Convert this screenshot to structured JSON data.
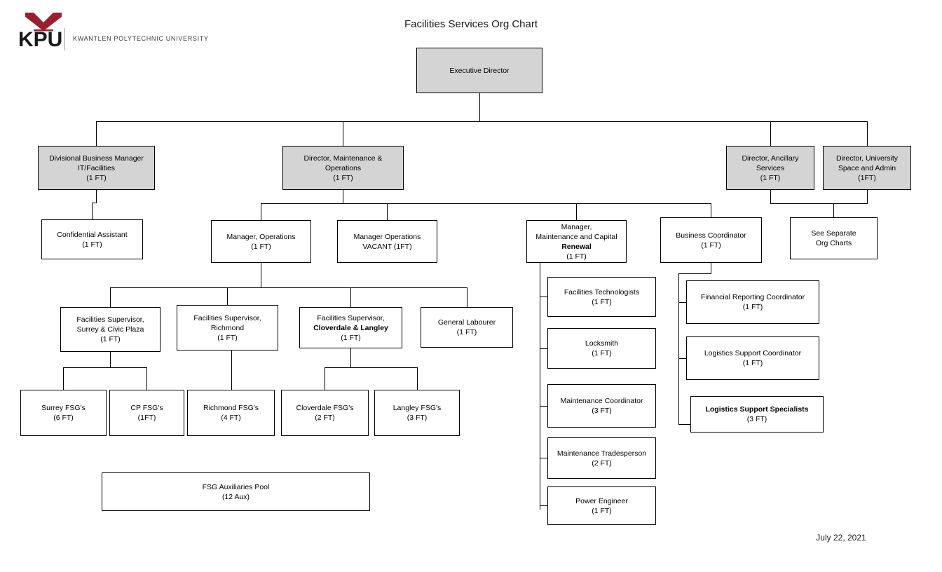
{
  "logo": {
    "mark": "kpu-chevron-mark",
    "acronym": "KPU",
    "name": "KWANTLEN POLYTECHNIC UNIVERSITY"
  },
  "header": {
    "title": "Facilities Services Org Chart"
  },
  "footer": {
    "date": "July 22, 2021"
  },
  "colors": {
    "brand": "#9c1f2e",
    "shaded_box": "#d4d4d4",
    "line": "#000000",
    "background": "#ffffff"
  },
  "chart_data": {
    "type": "org-chart",
    "title": "Facilities Services Org Chart",
    "date": "July 22, 2021",
    "nodes": [
      {
        "id": "exec-director",
        "lines": [
          "Executive Director"
        ],
        "shaded": true,
        "parent": null
      },
      {
        "id": "divisional-business-manager",
        "lines": [
          "Divisional Business Manager",
          "IT/Facilities",
          "(1 FT)"
        ],
        "shaded": true,
        "parent": "exec-director"
      },
      {
        "id": "director-maintenance-operations",
        "lines": [
          "Director, Maintenance &",
          "Operations",
          "(1 FT)"
        ],
        "shaded": true,
        "parent": "exec-director"
      },
      {
        "id": "director-ancillary-services",
        "lines": [
          "Director, Ancillary",
          "Services",
          "(1 FT)"
        ],
        "shaded": true,
        "parent": "exec-director"
      },
      {
        "id": "director-university-space-admin",
        "lines": [
          "Director, University",
          "Space and Admin",
          "(1FT)"
        ],
        "shaded": true,
        "parent": "exec-director"
      },
      {
        "id": "confidential-assistant",
        "lines": [
          "Confidential Assistant",
          "(1 FT)"
        ],
        "shaded": false,
        "parent": "divisional-business-manager"
      },
      {
        "id": "manager-operations",
        "lines": [
          "Manager, Operations",
          "(1 FT)"
        ],
        "shaded": false,
        "parent": "director-maintenance-operations"
      },
      {
        "id": "manager-operations-vacant",
        "lines": [
          "Manager Operations",
          "VACANT (1FT)"
        ],
        "shaded": false,
        "parent": "director-maintenance-operations"
      },
      {
        "id": "manager-maintenance-capital-renewal",
        "lines": [
          "Manager,",
          "Maintenance and Capital",
          "Renewal",
          "(1 FT)"
        ],
        "bold_lines": [
          2
        ],
        "shaded": false,
        "parent": "director-maintenance-operations"
      },
      {
        "id": "business-coordinator",
        "lines": [
          "Business Coordinator",
          "(1 FT)"
        ],
        "shaded": false,
        "parent": "director-maintenance-operations"
      },
      {
        "id": "see-separate-org-charts",
        "lines": [
          "See Separate",
          "Org Charts"
        ],
        "shaded": false,
        "parent": "director-ancillary-services"
      },
      {
        "id": "facilities-supervisor-surrey",
        "lines": [
          "Facilities Supervisor,",
          "Surrey & Civic Plaza",
          "(1 FT)"
        ],
        "shaded": false,
        "parent": "manager-operations"
      },
      {
        "id": "facilities-supervisor-richmond",
        "lines": [
          "Facilities Supervisor,",
          "Richmond",
          "(1 FT)"
        ],
        "shaded": false,
        "parent": "manager-operations"
      },
      {
        "id": "facilities-supervisor-cloverdale-langley",
        "lines": [
          "Facilities Supervisor,",
          "Cloverdale & Langley",
          "(1 FT)"
        ],
        "bold_lines": [
          1
        ],
        "shaded": false,
        "parent": "manager-operations"
      },
      {
        "id": "general-labourer",
        "lines": [
          "General Labourer",
          "(1 FT)"
        ],
        "shaded": false,
        "parent": "manager-operations"
      },
      {
        "id": "surrey-fsgs",
        "lines": [
          "Surrey FSG's",
          "(6 FT)"
        ],
        "shaded": false,
        "parent": "facilities-supervisor-surrey"
      },
      {
        "id": "cp-fsgs",
        "lines": [
          "CP FSG's",
          "(1FT)"
        ],
        "shaded": false,
        "parent": "facilities-supervisor-surrey"
      },
      {
        "id": "richmond-fsgs",
        "lines": [
          "Richmond FSG's",
          "(4 FT)"
        ],
        "shaded": false,
        "parent": "facilities-supervisor-richmond"
      },
      {
        "id": "cloverdale-fsgs",
        "lines": [
          "Cloverdale FSG's",
          "(2 FT)"
        ],
        "shaded": false,
        "parent": "facilities-supervisor-cloverdale-langley"
      },
      {
        "id": "langley-fsgs",
        "lines": [
          "Langley FSG's",
          "(3 FT)"
        ],
        "shaded": false,
        "parent": "facilities-supervisor-cloverdale-langley"
      },
      {
        "id": "fsg-auxiliaries-pool",
        "lines": [
          "FSG Auxiliaries Pool",
          "(12 Aux)"
        ],
        "shaded": false,
        "parent": null
      },
      {
        "id": "facilities-technologists",
        "lines": [
          "Facilities Technologists",
          "(1 FT)"
        ],
        "shaded": false,
        "parent": "manager-maintenance-capital-renewal"
      },
      {
        "id": "locksmith",
        "lines": [
          "Locksmith",
          "(1 FT)"
        ],
        "shaded": false,
        "parent": "manager-maintenance-capital-renewal"
      },
      {
        "id": "maintenance-coordinator",
        "lines": [
          "Maintenance Coordinator",
          "(3 FT)"
        ],
        "shaded": false,
        "parent": "manager-maintenance-capital-renewal"
      },
      {
        "id": "maintenance-tradesperson",
        "lines": [
          "Maintenance Tradesperson",
          "(2 FT)"
        ],
        "shaded": false,
        "parent": "manager-maintenance-capital-renewal"
      },
      {
        "id": "power-engineer",
        "lines": [
          "Power Engineer",
          "(1 FT)"
        ],
        "shaded": false,
        "parent": "manager-maintenance-capital-renewal"
      },
      {
        "id": "financial-reporting-coordinator",
        "lines": [
          "Financial Reporting Coordinator",
          "(1 FT)"
        ],
        "shaded": false,
        "parent": "business-coordinator"
      },
      {
        "id": "logistics-support-coordinator",
        "lines": [
          "Logistics Support Coordinator",
          "(1 FT)"
        ],
        "shaded": false,
        "parent": "business-coordinator"
      },
      {
        "id": "logistics-support-specialists",
        "lines": [
          "Logistics Support Specialists",
          "(3 FT)"
        ],
        "bold_lines": [
          0
        ],
        "shaded": false,
        "parent": "business-coordinator"
      }
    ]
  },
  "boxes": {
    "exec_director": {
      "l1": "Executive Director"
    },
    "divisional_business_manager": {
      "l1": "Divisional Business Manager",
      "l2": "IT/Facilities",
      "l3": "(1 FT)"
    },
    "director_maintenance_operations": {
      "l1": "Director, Maintenance &",
      "l2": "Operations",
      "l3": "(1 FT)"
    },
    "director_ancillary_services": {
      "l1": "Director, Ancillary",
      "l2": "Services",
      "l3": "(1 FT)"
    },
    "director_university_space_admin": {
      "l1": "Director, University",
      "l2": "Space and Admin",
      "l3": "(1FT)"
    },
    "confidential_assistant": {
      "l1": "Confidential Assistant",
      "l2": "(1 FT)"
    },
    "manager_operations": {
      "l1": "Manager, Operations",
      "l2": "(1 FT)"
    },
    "manager_operations_vacant": {
      "l1": "Manager Operations",
      "l2": "VACANT (1FT)"
    },
    "manager_maintenance_capital_renewal": {
      "l1": "Manager,",
      "l2": "Maintenance and Capital",
      "l3": "Renewal",
      "l4": "(1 FT)"
    },
    "business_coordinator": {
      "l1": "Business Coordinator",
      "l2": "(1 FT)"
    },
    "see_separate_org_charts": {
      "l1": "See Separate",
      "l2": "Org Charts"
    },
    "facilities_supervisor_surrey": {
      "l1": "Facilities Supervisor,",
      "l2": "Surrey & Civic Plaza",
      "l3": "(1 FT)"
    },
    "facilities_supervisor_richmond": {
      "l1": "Facilities Supervisor,",
      "l2": "Richmond",
      "l3": "(1 FT)"
    },
    "facilities_supervisor_cloverdale_langley": {
      "l1": "Facilities Supervisor,",
      "l2": "Cloverdale & Langley",
      "l3": "(1 FT)"
    },
    "general_labourer": {
      "l1": "General Labourer",
      "l2": "(1 FT)"
    },
    "surrey_fsgs": {
      "l1": "Surrey FSG's",
      "l2": "(6 FT)"
    },
    "cp_fsgs": {
      "l1": "CP FSG's",
      "l2": "(1FT)"
    },
    "richmond_fsgs": {
      "l1": "Richmond FSG's",
      "l2": "(4 FT)"
    },
    "cloverdale_fsgs": {
      "l1": "Cloverdale FSG's",
      "l2": "(2 FT)"
    },
    "langley_fsgs": {
      "l1": "Langley FSG's",
      "l2": "(3 FT)"
    },
    "fsg_auxiliaries_pool": {
      "l1": "FSG Auxiliaries Pool",
      "l2": "(12 Aux)"
    },
    "facilities_technologists": {
      "l1": "Facilities Technologists",
      "l2": "(1 FT)"
    },
    "locksmith": {
      "l1": "Locksmith",
      "l2": "(1 FT)"
    },
    "maintenance_coordinator": {
      "l1": "Maintenance Coordinator",
      "l2": "(3 FT)"
    },
    "maintenance_tradesperson": {
      "l1": "Maintenance Tradesperson",
      "l2": "(2 FT)"
    },
    "power_engineer": {
      "l1": "Power Engineer",
      "l2": "(1 FT)"
    },
    "financial_reporting_coordinator": {
      "l1": "Financial Reporting Coordinator",
      "l2": "(1 FT)"
    },
    "logistics_support_coordinator": {
      "l1": "Logistics Support Coordinator",
      "l2": "(1 FT)"
    },
    "logistics_support_specialists": {
      "l1": "Logistics Support Specialists",
      "l2": "(3 FT)"
    }
  }
}
